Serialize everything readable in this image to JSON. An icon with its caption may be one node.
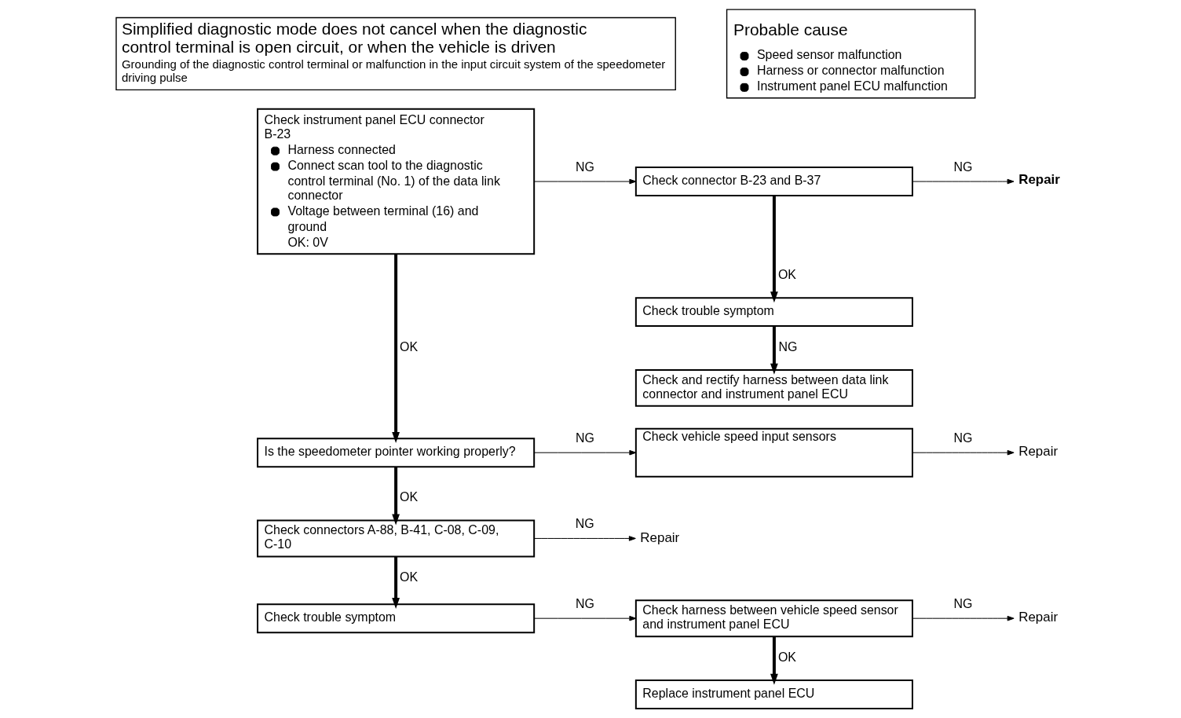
{
  "diagram": {
    "nodes": [
      {
        "text": [
          "Simplified diagnostic mode does not cancel when the diagnostic control terminal is open circuit, or when the vehicle is driven",
          "Grounding of the diagnostic control terminal or malfunction in the input circuit system of the speedometer driving pulse"
        ]
      },
      {
        "text": [
          "Probable cause",
          "Speed sensor malfunction",
          "Harness or connector malfunction",
          "Instrument panel ECU malfunction"
        ]
      },
      {
        "text": [
          "Check instrument panel ECU connector B-23",
          "Harness connected",
          "Connect scan tool to the diagnostic control terminal (No. 1) of the data link connector",
          "Voltage between terminal (16) and ground",
          "OK: 0V"
        ]
      },
      {
        "text": [
          "Check connector B-23 and B-37"
        ]
      },
      {
        "text": [
          "Repair"
        ]
      },
      {
        "text": [
          "Check trouble symptom"
        ]
      },
      {
        "text": [
          "Check and rectify harness between data link connector and instrument panel ECU"
        ]
      },
      {
        "text": [
          "Is the speedometer pointer working properly?"
        ]
      },
      {
        "text": [
          "Check vehicle speed input sensors"
        ]
      },
      {
        "text": [
          "Repair"
        ]
      },
      {
        "text": [
          "Check connectors A-88, B-41, C-08, C-09, C-10"
        ]
      },
      {
        "text": [
          "Repair"
        ]
      },
      {
        "text": [
          "Check trouble symptom"
        ]
      },
      {
        "text": [
          "Check harness between vehicle speed sensor and instrument panel ECU"
        ]
      },
      {
        "text": [
          "Repair"
        ]
      },
      {
        "text": [
          "Replace instrument panel ECU"
        ]
      }
    ],
    "edges": [
      {
        "from": 2,
        "to": 3,
        "arrow": "to",
        "label": "NG"
      },
      {
        "from": 3,
        "to": 4,
        "arrow": "to",
        "label": "NG"
      },
      {
        "from": 3,
        "to": 5,
        "arrow": "to",
        "label": "OK",
        "style": "thick"
      },
      {
        "from": 5,
        "to": 6,
        "arrow": "to",
        "label": "NG",
        "style": "thick"
      },
      {
        "from": 2,
        "to": 7,
        "arrow": "to",
        "label": "OK",
        "style": "thick"
      },
      {
        "from": 7,
        "to": 8,
        "arrow": "to",
        "label": "NG"
      },
      {
        "from": 8,
        "to": 9,
        "arrow": "to",
        "label": "NG"
      },
      {
        "from": 7,
        "to": 10,
        "arrow": "to",
        "label": "OK",
        "style": "thick"
      },
      {
        "from": 10,
        "to": 11,
        "arrow": "to",
        "label": "NG"
      },
      {
        "from": 10,
        "to": 12,
        "arrow": "to",
        "label": "OK",
        "style": "thick"
      },
      {
        "from": 12,
        "to": 13,
        "arrow": "to",
        "label": "NG"
      },
      {
        "from": 13,
        "to": 14,
        "arrow": "to",
        "label": "NG"
      },
      {
        "from": 13,
        "to": 15,
        "arrow": "to",
        "label": "OK",
        "style": "thick"
      }
    ]
  }
}
